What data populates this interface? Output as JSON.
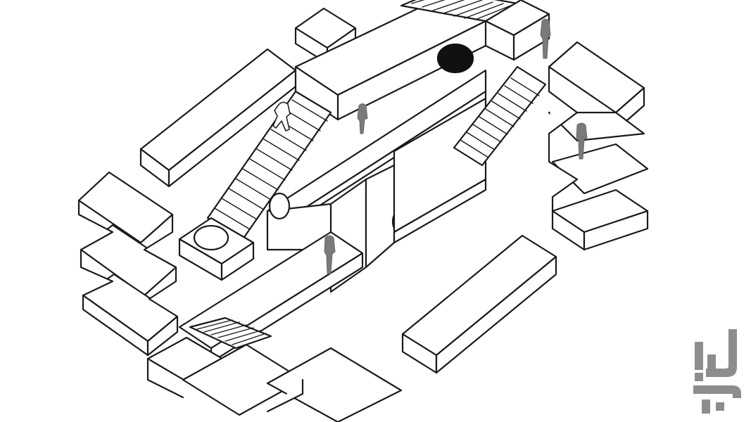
{
  "scene": {
    "style": "black-and-white isometric line art",
    "elements": [
      "impossible-staircase-structure",
      "floating-blocks",
      "black-ball",
      "walking-figures",
      "hero-figure"
    ],
    "colors": {
      "background": "#ffffff",
      "ink": "#1a1a1a",
      "ball": "#111111",
      "figures": "#7a7a7a",
      "logo": "#8d8d8d"
    }
  },
  "branding": {
    "logo_icon": "cafe-bazaar-watermark-icon"
  }
}
